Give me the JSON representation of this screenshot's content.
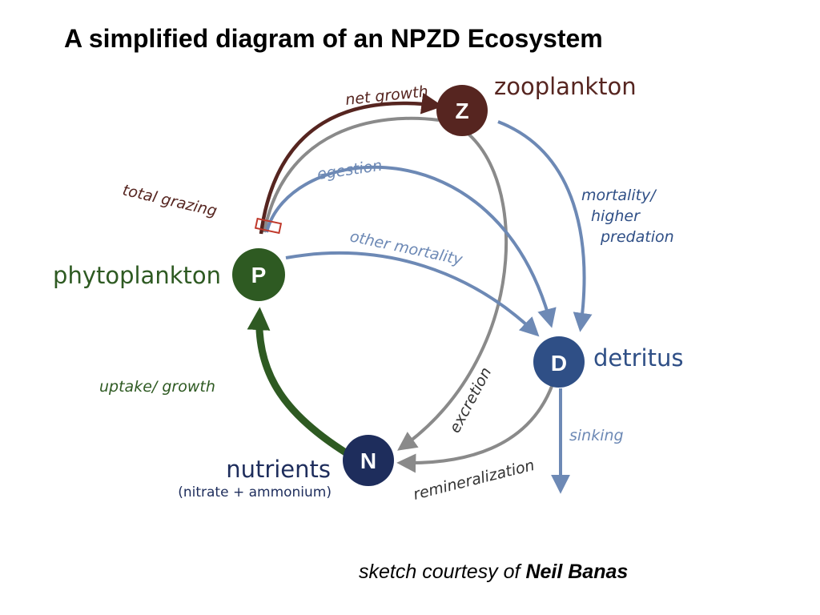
{
  "title": "A simplified diagram of an NPZD Ecosystem",
  "colors": {
    "phytoplankton": "#2e5a22",
    "zooplankton": "#562520",
    "detritus": "#2f4f86",
    "nutrients": "#1e2d5c",
    "flow_blue": "#6d89b5",
    "flow_gray": "#8a8a8a"
  },
  "nodes": {
    "P": {
      "letter": "P",
      "name": "phytoplankton"
    },
    "Z": {
      "letter": "Z",
      "name": "zooplankton"
    },
    "D": {
      "letter": "D",
      "name": "detritus"
    },
    "N": {
      "letter": "N",
      "name": "nutrients",
      "subname": "(nitrate + ammonium)"
    }
  },
  "flows": {
    "net_growth": "net growth",
    "total_grazing": "total grazing",
    "egestion": "egestion",
    "other_mortality": "other mortality",
    "mortality_line1": "mortality/",
    "mortality_line2": "higher",
    "mortality_line3": "predation",
    "uptake_growth": "uptake/ growth",
    "excretion": "excretion",
    "remineralization": "remineralization",
    "sinking": "sinking"
  },
  "credit": {
    "prefix": "sketch courtesy of ",
    "name": "Neil Banas"
  }
}
